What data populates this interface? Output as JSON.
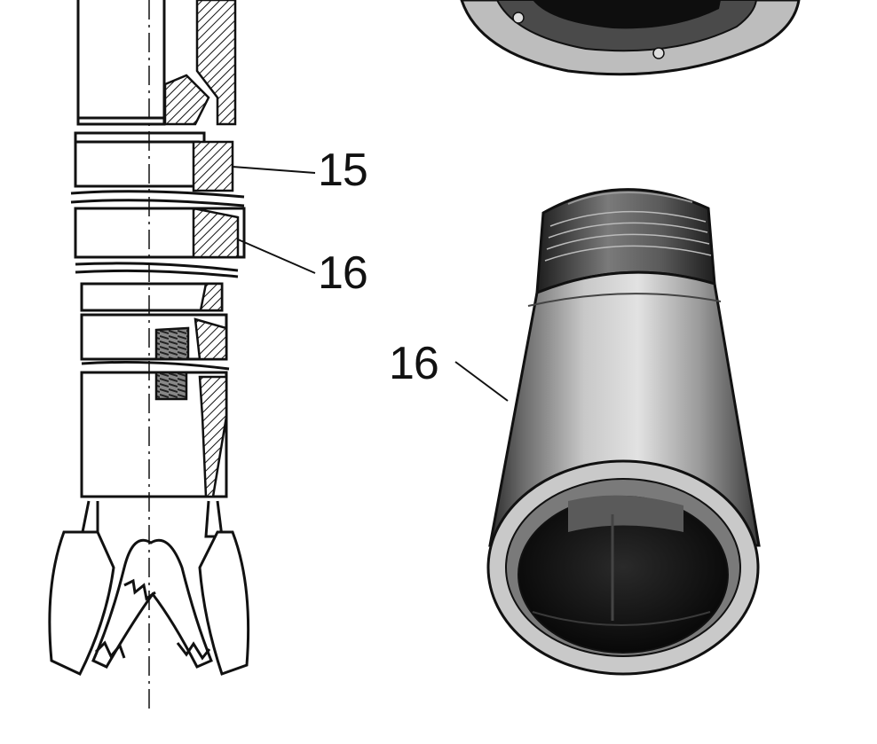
{
  "callouts": {
    "drill_part_15": "15",
    "drill_part_16": "16",
    "sleeve_part_16": "16"
  },
  "colors": {
    "ink": "#111111",
    "paper": "#ffffff",
    "metal_mid": "#9a9a9a",
    "metal_light": "#d6d6d6",
    "metal_dark": "#3a3a3a"
  }
}
